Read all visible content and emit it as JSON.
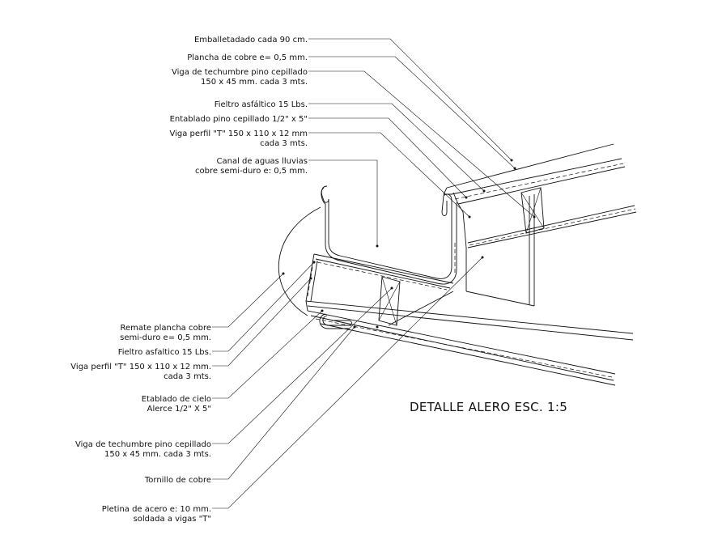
{
  "title": "DETALLE ALERO ESC. 1:5",
  "labels_right_group": [
    [
      "Emballetadado cada 90 cm."
    ],
    [
      "Plancha de cobre e= 0,5 mm."
    ],
    [
      "Viga de techumbre pino cepillado",
      "150 x 45 mm. cada 3 mts."
    ],
    [
      "Fieltro asfáltico 15 Lbs."
    ],
    [
      "Entablado pino cepillado 1/2\" x 5\""
    ],
    [
      "Viga perfil \"T\" 150 x 110 x 12 mm",
      "cada 3 mts."
    ],
    [
      "Canal de aguas lluvias",
      "cobre semi-duro e: 0,5 mm."
    ]
  ],
  "labels_left_group": [
    [
      "Remate plancha cobre",
      "semi-duro e= 0,5 mm."
    ],
    [
      "Fieltro asfaltico 15 Lbs."
    ],
    [
      "Viga perfil \"T\" 150 x 110 x 12 mm.",
      "cada 3 mts."
    ],
    [
      "Etablado de cielo",
      "Alerce 1/2\" X 5\""
    ],
    [
      "Viga de techumbre pino cepillado",
      "150 x 45 mm. cada 3 mts."
    ],
    [
      "Tornillo de cobre"
    ],
    [
      "Pletina de acero e: 10 mm.",
      "soldada  a vigas \"T\""
    ]
  ]
}
